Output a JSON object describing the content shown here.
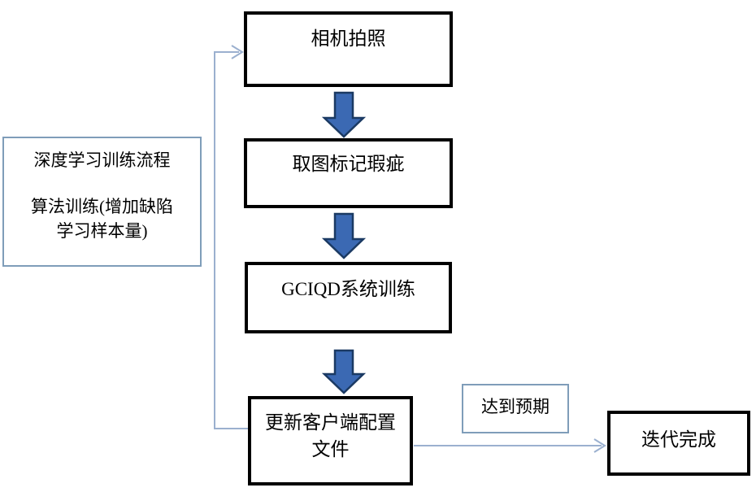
{
  "note": {
    "line1": "深度学习训练流程",
    "line2": "算法训练(增加缺陷",
    "line3": "学习样本量)"
  },
  "nodes": {
    "camera": "相机拍照",
    "mark": "取图标记瑕疵",
    "train": "GCIQD系统训练",
    "update_line1": "更新客户端配置",
    "update_line2": "文件",
    "expected": "达到预期",
    "done": "迭代完成"
  },
  "icons": {
    "down_block_arrow": "down-block-arrow",
    "line_arrowhead": "open-arrowhead"
  },
  "colors": {
    "background": "#ffffff",
    "node_border": "#000000",
    "note_border": "#7f9db9",
    "arrow_fill": "#3b69b3",
    "arrow_stroke": "#1b3a63",
    "connector": "#9bb0cf",
    "text": "#000000"
  }
}
